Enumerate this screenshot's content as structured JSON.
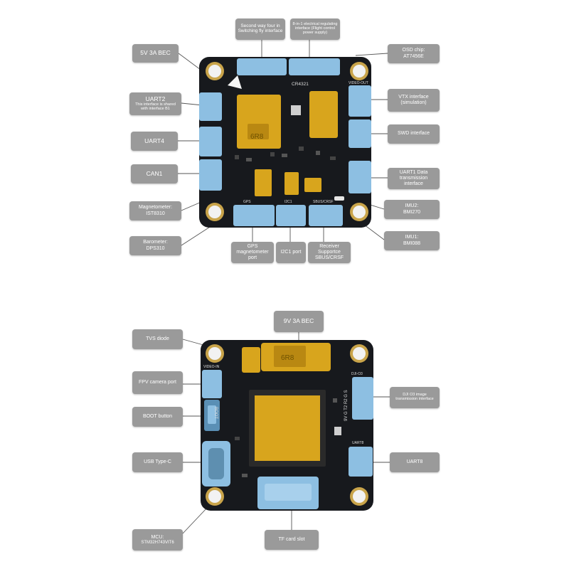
{
  "top_board": {
    "labels": {
      "bec_5v": "5V 3A BEC",
      "uart2": "UART2",
      "uart2_note": "This interface is shared with interface B1",
      "uart4": "UART4",
      "can1": "CAN1",
      "magnetometer_title": "Magnetometer:",
      "magnetometer_chip": "IST8310",
      "barometer_title": "Barometer:",
      "barometer_chip": "DPS310",
      "gps": "GPS magnetometer port",
      "i2c1": "I2C1 port",
      "receiver": "Receiver Supportce SBUS/CRSF",
      "second_way": "Second way four in Switching fly interface",
      "electrical": "8-in-1 electrical regulating interface (Flight control power supply)",
      "osd_title": "OSD chip:",
      "osd_chip": "AT7456E",
      "vtx": "VTX interface (simulation)",
      "swd": "SWD interface",
      "uart1": "UART1 Data transmission interface",
      "imu2_title": "IMU2:",
      "imu2_chip": "BMI270",
      "imu1_title": "IMU1:",
      "imu1_chip": "BMI088"
    },
    "silkscreen": {
      "model": "CR4321",
      "video_out": "VIDEO-OUT",
      "gps": "GPS",
      "i2c1": "I2C1",
      "sbus": "SBUS/CRSF",
      "inductor": "6R8"
    }
  },
  "bottom_board": {
    "labels": {
      "bec_9v": "9V 3A BEC",
      "tvs": "TVS diode",
      "fpv_camera": "FPV camera port",
      "boot": "BOOT button",
      "usb": "USB Type-C",
      "mcu_title": "MCU:",
      "mcu_chip": "STM32H743VIT6",
      "tf_card": "TF card slot",
      "dji": "DJI O3 image transmission interface",
      "uart8": "UART8"
    },
    "silkscreen": {
      "video_in": "VIDEO-IN",
      "boot": "BOOT",
      "dji_o3": "DJI-O3",
      "uart8": "UART8",
      "pins": "9V G T2 R2 G S",
      "inductor": "6R8"
    }
  },
  "colors": {
    "pcb": "#17191d",
    "connector": "#8dbfe2",
    "kapton": "#d8a51d",
    "label_bg": "#9a9a9a",
    "hole_ring": "#c9a44a"
  }
}
